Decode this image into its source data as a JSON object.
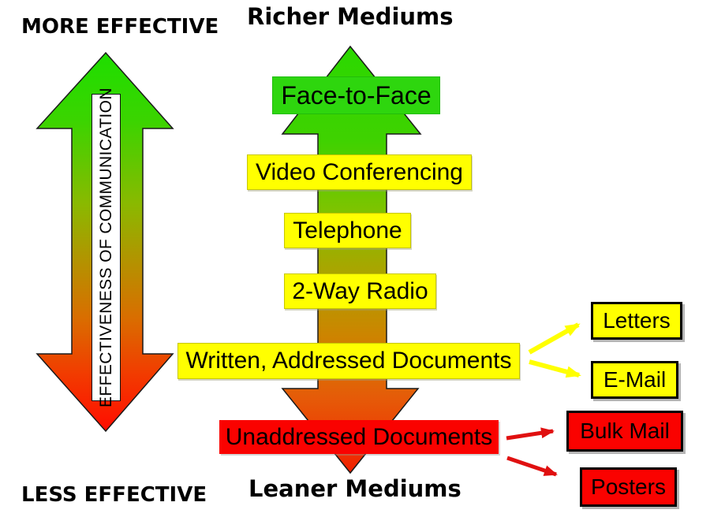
{
  "headers": {
    "top_left": "MORE EFFECTIVE",
    "bottom_left": "LESS EFFECTIVE",
    "top_center": "Richer Mediums",
    "bottom_center": "Leaner Mediums"
  },
  "effectiveness_axis": {
    "label": "EFFECTIVENESS OF COMMUNICATION",
    "gradient_top_color": "#22dc00",
    "gradient_bottom_color": "#ff1200"
  },
  "mediums": [
    {
      "label": "Face-to-Face",
      "box_color": "#2ed60e"
    },
    {
      "label": "Video Conferencing",
      "box_color": "#ffff00"
    },
    {
      "label": "Telephone",
      "box_color": "#ffff00"
    },
    {
      "label": "2-Way Radio",
      "box_color": "#ffff00"
    },
    {
      "label": "Written, Addressed Documents",
      "box_color": "#ffff00"
    },
    {
      "label": "Unaddressed Documents",
      "box_color": "#fa0200"
    }
  ],
  "callouts": [
    {
      "label": "Letters",
      "box_color": "#ffff00",
      "arrow_color": "#ffff00",
      "from": "Written, Addressed Documents"
    },
    {
      "label": "E-Mail",
      "box_color": "#ffff00",
      "arrow_color": "#ffff00",
      "from": "Written, Addressed Documents"
    },
    {
      "label": "Bulk Mail",
      "box_color": "#fa0200",
      "arrow_color": "#e01010",
      "from": "Unaddressed Documents"
    },
    {
      "label": "Posters",
      "box_color": "#fa0200",
      "arrow_color": "#e01010",
      "from": "Unaddressed Documents"
    }
  ],
  "colors": {
    "background": "#ffffff",
    "text": "#000000",
    "arrow_outline": "#1a1a1a",
    "shaft_mid_olive": "#a8a600",
    "shaft_mid_orange": "#d18400"
  }
}
